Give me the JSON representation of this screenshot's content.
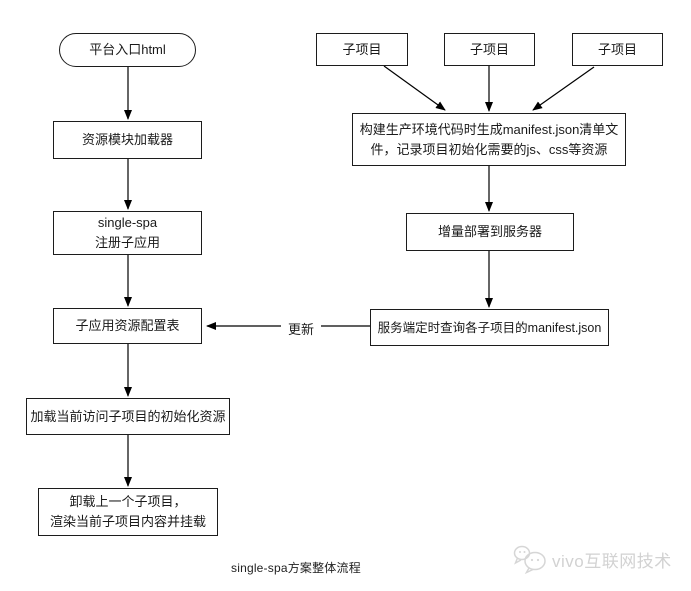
{
  "diagram": {
    "caption": "single-spa方案整体流程",
    "nodes": {
      "start": "平台入口html",
      "loader": "资源模块加载器",
      "register_line1": "single-spa",
      "register_line2": "注册子应用",
      "config_table": "子应用资源配置表",
      "load_init": "加载当前访问子项目的初始化资源",
      "unload_line1": "卸载上一个子项目，",
      "unload_line2": "渲染当前子项目内容并挂载",
      "subproject_1": "子项目",
      "subproject_2": "子项目",
      "subproject_3": "子项目",
      "manifest_line1": "构建生产环境代码时生成manifest.json清单文",
      "manifest_line2": "件，记录项目初始化需要的js、css等资源",
      "deploy": "增量部署到服务器",
      "query": "服务端定时查询各子项目的manifest.json"
    },
    "edges": {
      "update_label": "更新"
    }
  },
  "watermark": {
    "text": "vivo互联网技术",
    "icon": "chat-bubbles-icon"
  },
  "colors": {
    "background": "#ffffff",
    "node_border": "#1c1c1c",
    "arrow": "#000000",
    "text": "#1a1a1a",
    "watermark": "#d2d2d2"
  }
}
